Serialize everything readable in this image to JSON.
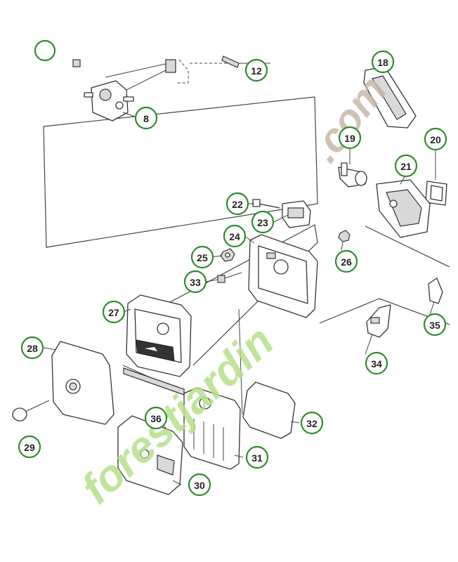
{
  "colors": {
    "callout_ring": "#2e8b2e",
    "callout_text": "#222222",
    "highlight_fill": "#e6e600",
    "watermark_green": "#b5e08a",
    "watermark_grey": "#c8b8a6"
  },
  "watermark": {
    "left": "forestjardin",
    "right": ".com"
  },
  "callouts": [
    {
      "label": "8"
    },
    {
      "label": "12"
    },
    {
      "label": "18"
    },
    {
      "label": "19"
    },
    {
      "label": "20"
    },
    {
      "label": "21"
    },
    {
      "label": "22"
    },
    {
      "label": "23"
    },
    {
      "label": "24"
    },
    {
      "label": "25"
    },
    {
      "label": "26"
    },
    {
      "label": "27",
      "highlighted": true
    },
    {
      "label": "28"
    },
    {
      "label": "29"
    },
    {
      "label": "30"
    },
    {
      "label": "31"
    },
    {
      "label": "32"
    },
    {
      "label": "33"
    },
    {
      "label": "34"
    },
    {
      "label": "35"
    },
    {
      "label": "36"
    }
  ]
}
